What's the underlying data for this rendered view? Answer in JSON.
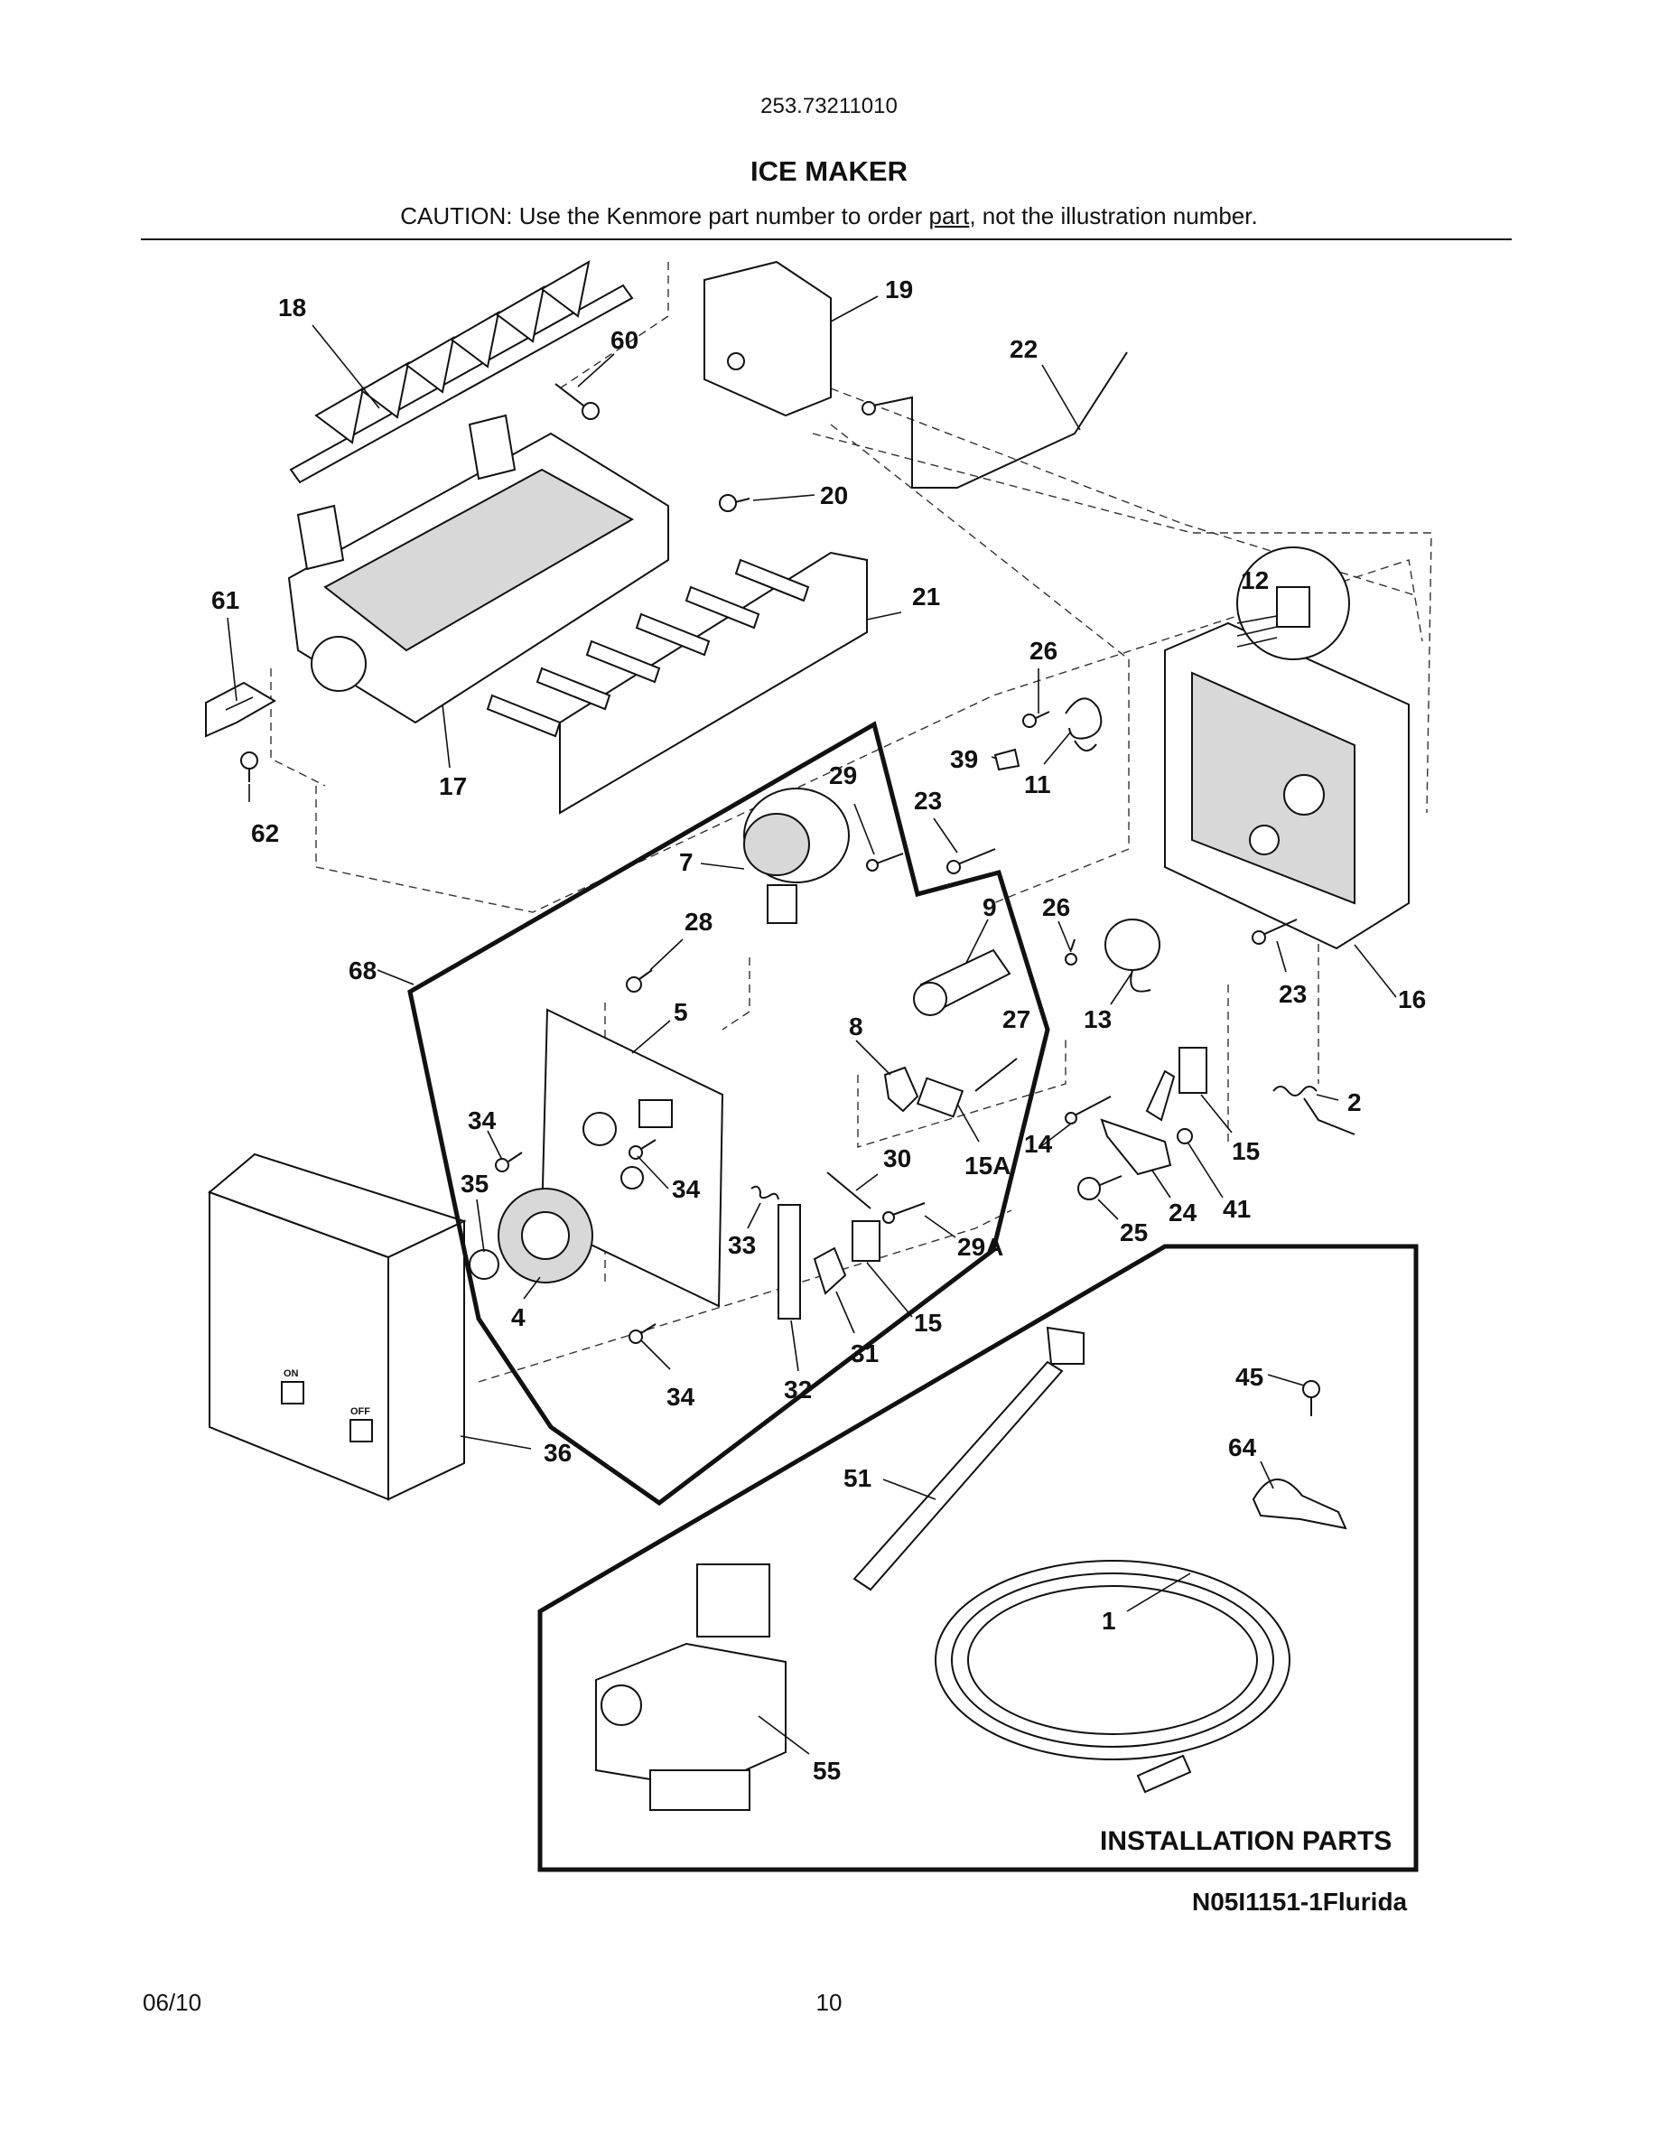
{
  "header": {
    "model_number": "253.73211010",
    "title": "ICE MAKER",
    "caution_before": "CAUTION: Use the Kenmore part number to order ",
    "caution_link": "part",
    "caution_after": ", not the illustration number."
  },
  "callouts": {
    "c18": "18",
    "c60": "60",
    "c19": "19",
    "c22": "22",
    "c20": "20",
    "c21": "21",
    "c12": "12",
    "c61": "61",
    "c26a": "26",
    "c39": "39",
    "c11": "11",
    "c17": "17",
    "c62": "62",
    "c29": "29",
    "c23a": "23",
    "c7": "7",
    "c9": "9",
    "c26b": "26",
    "c28": "28",
    "c68": "68",
    "c5": "5",
    "c8": "8",
    "c27": "27",
    "c13": "13",
    "c23b": "23",
    "c16": "16",
    "c2": "2",
    "c34a": "34",
    "c34b": "34",
    "c35": "35",
    "c30": "30",
    "c15a": "15A",
    "c14": "14",
    "c15b": "15",
    "c33": "33",
    "c29a": "29A",
    "c24": "24",
    "c41": "41",
    "c25": "25",
    "c4": "4",
    "c15c": "15",
    "c31": "31",
    "c34c": "34",
    "c32": "32",
    "c45": "45",
    "c64": "64",
    "c36": "36",
    "c51": "51",
    "c1": "1",
    "c55": "55"
  },
  "switch_labels": {
    "on": "ON",
    "off": "OFF"
  },
  "installation_label": "INSTALLATION PARTS",
  "drawing_code": "N05I1151-1Flurida",
  "footer": {
    "date": "06/10",
    "page": "10"
  }
}
